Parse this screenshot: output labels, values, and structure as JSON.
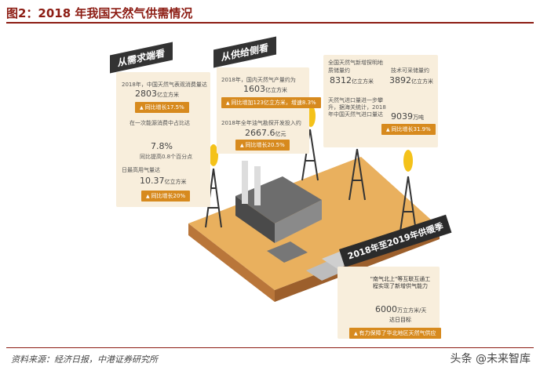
{
  "title": "图2：2018 年我国天然气供需情况",
  "source": "资料来源：经济日报，中港证券研究所",
  "watermark": "头条 @未来智库",
  "demand": {
    "tag": "从需求端看",
    "consumption_label": "2018年，中国天然气表观消费量达",
    "consumption_value": "2803",
    "consumption_unit": "亿立方米",
    "consumption_growth": "同比增长17.5%",
    "share_label": "在一次能源消费中占比达",
    "share_value": "7.8%",
    "share_change": "同比提高0.8个百分点",
    "daily_label": "日最高用气量达",
    "daily_value": "10.37",
    "daily_unit": "亿立方米",
    "daily_growth": "同比增长20%"
  },
  "supply": {
    "tag": "从供给侧看",
    "output_label": "2018年，国内天然气产量约为",
    "output_value": "1603",
    "output_unit": "亿立方米",
    "output_growth": "同比增加123亿立方米，增速8.3%",
    "invest_label": "2018年全年油气勘探开发投入约",
    "invest_value": "2667.6",
    "invest_unit": "亿元",
    "invest_growth": "同比增长20.5%",
    "reserve_label": "全国天然气新增探明地质储量约",
    "reserve_value": "8312",
    "reserve_unit": "亿立方米",
    "recoverable_label": "技术可采储量约",
    "recoverable_value": "3892",
    "recoverable_unit": "亿立方米",
    "import_label": "天然气进口量进一步攀升，据海关统计，2018年中国天然气进口量达",
    "import_value": "9039",
    "import_unit": "万吨",
    "import_growth": "同比增长31.9%"
  },
  "winter": {
    "banner": "2018年至2019年供暖季",
    "project_label": "\"南气北上\"等互联互通工程实现了新增供气能力",
    "capacity_value": "6000",
    "capacity_unit": "万立方米/天",
    "target": "达日目标",
    "guarantee": "有力保障了华北地区天然气供应"
  },
  "colors": {
    "title": "#8c1c13",
    "badge": "#d78a1e",
    "ground": "#e7a94f",
    "panel": "#f8eedc"
  }
}
